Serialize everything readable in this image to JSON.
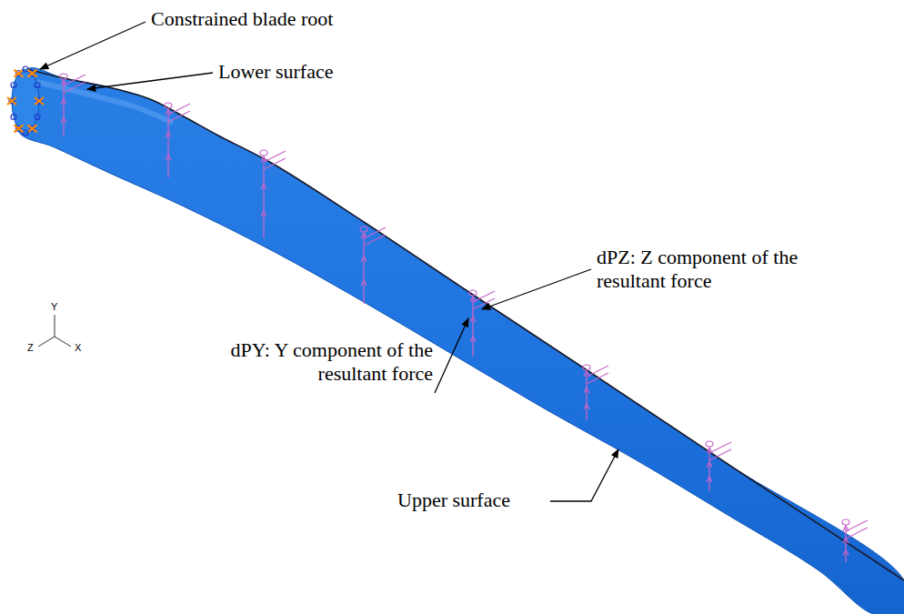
{
  "diagram": {
    "labels": [
      "Constrained blade root",
      "Lower surface",
      "dPZ: Z component of the resultant force",
      "dPY: Y component of the resultant force",
      "Upper surface",
      "Y",
      "Z",
      "X"
    ]
  }
}
